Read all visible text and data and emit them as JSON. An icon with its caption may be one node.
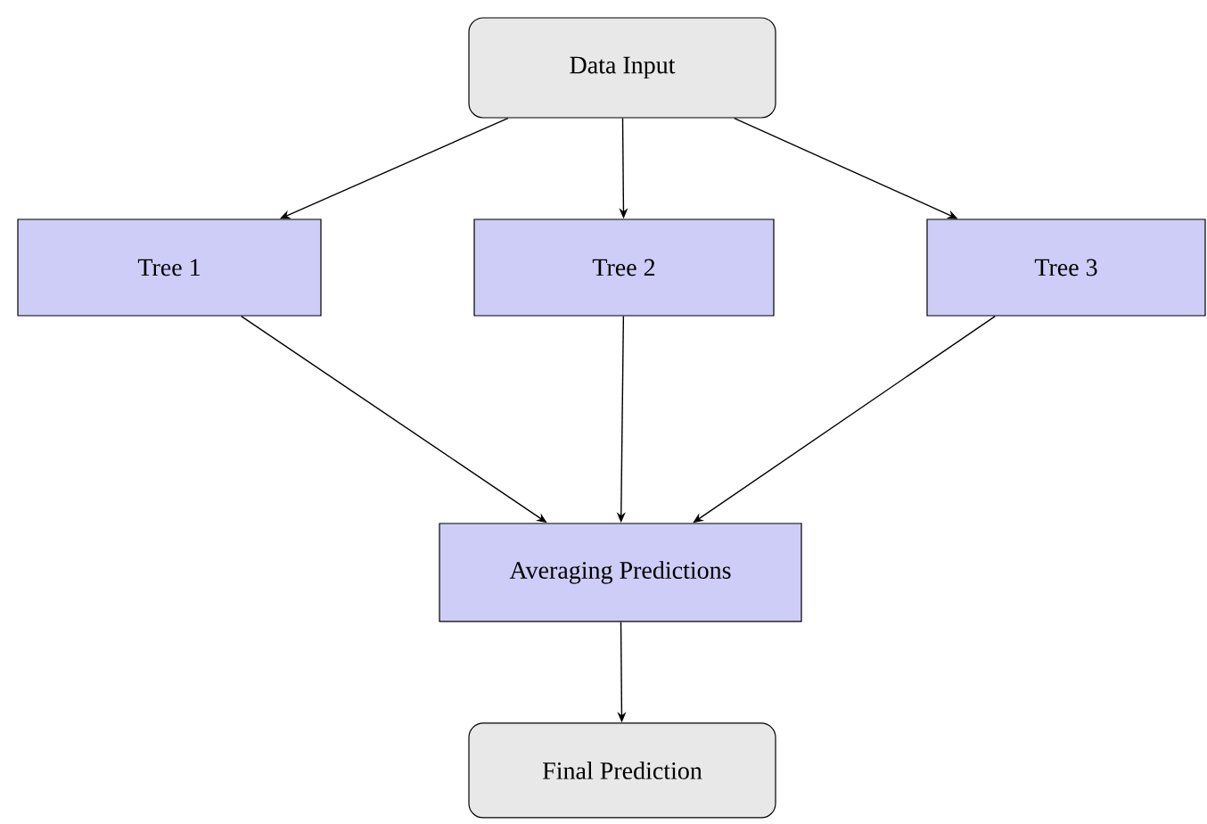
{
  "diagram": {
    "nodes": [
      {
        "text": [
          "Data Input"
        ]
      },
      {
        "text": [
          "Tree 1"
        ]
      },
      {
        "text": [
          "Tree 2"
        ]
      },
      {
        "text": [
          "Tree 3"
        ]
      },
      {
        "text": [
          "Averaging Predictions"
        ]
      },
      {
        "text": [
          "Final Prediction"
        ]
      }
    ],
    "edges": [
      {
        "from": 0,
        "to": 1,
        "arrow": "to"
      },
      {
        "from": 0,
        "to": 2,
        "arrow": "to"
      },
      {
        "from": 0,
        "to": 3,
        "arrow": "to"
      },
      {
        "from": 1,
        "to": 4,
        "arrow": "to"
      },
      {
        "from": 2,
        "to": 4,
        "arrow": "to"
      },
      {
        "from": 3,
        "to": 4,
        "arrow": "to"
      },
      {
        "from": 4,
        "to": 5,
        "arrow": "to"
      }
    ]
  }
}
